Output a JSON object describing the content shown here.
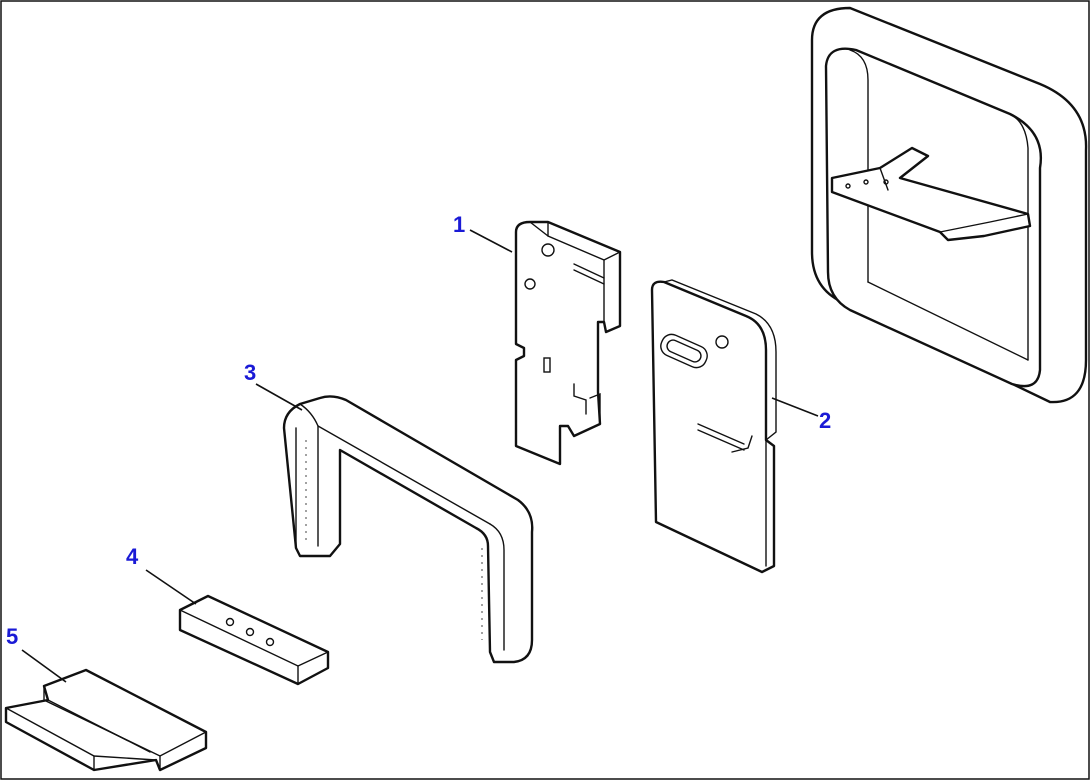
{
  "diagram": {
    "callouts": [
      {
        "id": "1",
        "label": "1"
      },
      {
        "id": "2",
        "label": "2"
      },
      {
        "id": "3",
        "label": "3"
      },
      {
        "id": "4",
        "label": "4"
      },
      {
        "id": "5",
        "label": "5"
      }
    ],
    "colors": {
      "callout_text": "#1a1ad6",
      "line": "#111111",
      "background": "#ffffff"
    }
  }
}
